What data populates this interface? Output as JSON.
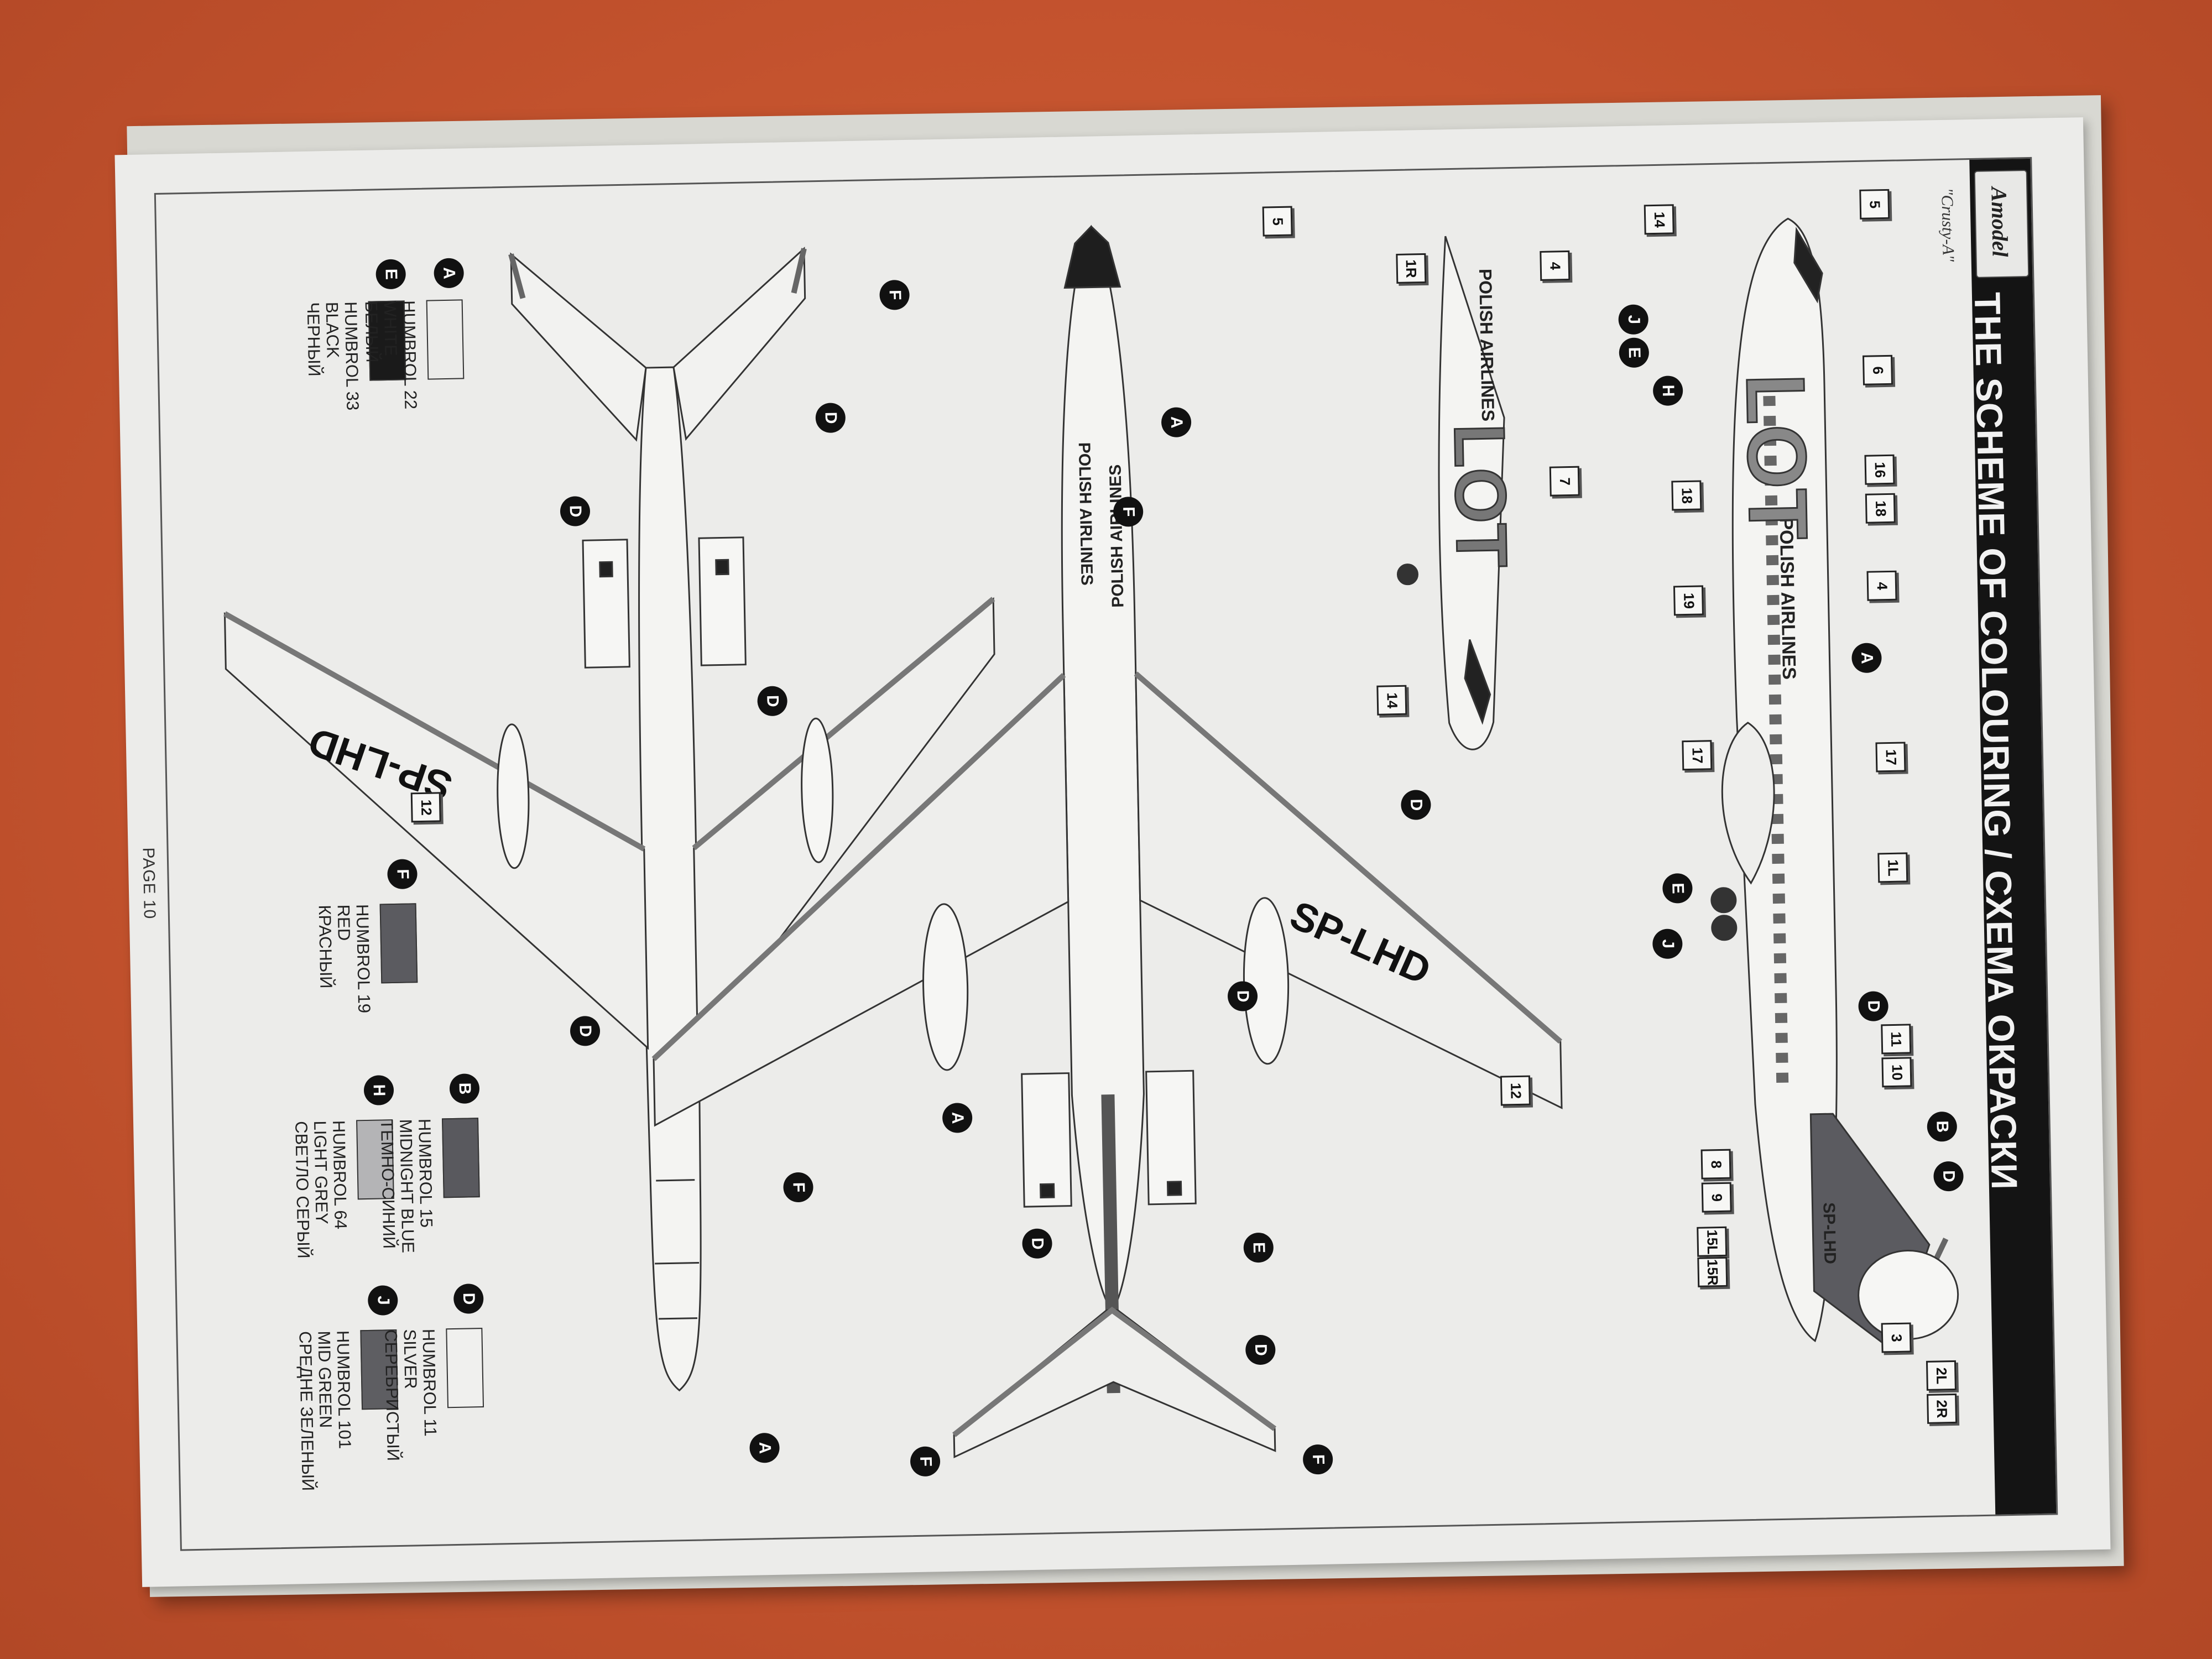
{
  "document": {
    "title": "THE SCHEME OF COLOURING / СХЕМА ОКРАСКИ",
    "brand": "Amodel",
    "subtitle": "\"Crusty-A\"",
    "page_label": "PAGE 10"
  },
  "aircraft": {
    "registration": "SP-LHD",
    "airline_name": "POLISH AIRLINES",
    "airline_logo": "LOT"
  },
  "colour_key": [
    {
      "letter": "A",
      "code": "HUMBROL 22",
      "name_en": "WHITE",
      "name_ru": "БЕЛЫЙ",
      "color": "#f5f5f2"
    },
    {
      "letter": "E",
      "code": "HUMBROL 33",
      "name_en": "BLACK",
      "name_ru": "ЧЕРНЫЙ",
      "color": "#1a1a1a"
    },
    {
      "letter": "F",
      "code": "HUMBROL 19",
      "name_en": "RED",
      "name_ru": "КРАСНЫЙ",
      "color": "#5b5b60"
    },
    {
      "letter": "B",
      "code": "HUMBROL 15",
      "name_en": "MIDNIGHT BLUE",
      "name_ru": "ТЕМНО-СИНИЙ",
      "color": "#59595e"
    },
    {
      "letter": "H",
      "code": "HUMBROL 64",
      "name_en": "LIGHT GREY",
      "name_ru": "СВЕТЛО СЕРЫЙ",
      "color": "#b4b4b6"
    },
    {
      "letter": "D",
      "code": "HUMBROL 11",
      "name_en": "SILVER",
      "name_ru": "СЕРЕБРИСТЫЙ",
      "color": "#f0f0ee"
    },
    {
      "letter": "J",
      "code": "HUMBROL 101",
      "name_en": "MID GREEN",
      "name_ru": "СРЕДНЕ ЗЕЛЕНЫЙ",
      "color": "#5e5e62"
    }
  ],
  "callouts": [
    "5",
    "14",
    "1R",
    "4",
    "7",
    "14",
    "5",
    "6",
    "16",
    "18",
    "18",
    "4",
    "19",
    "17",
    "17",
    "1L",
    "11",
    "10",
    "8",
    "9",
    "15L",
    "15R",
    "3",
    "2L",
    "2R",
    "12",
    "12"
  ],
  "paint_badges": [
    "A",
    "B",
    "D",
    "E",
    "F",
    "H",
    "J"
  ]
}
